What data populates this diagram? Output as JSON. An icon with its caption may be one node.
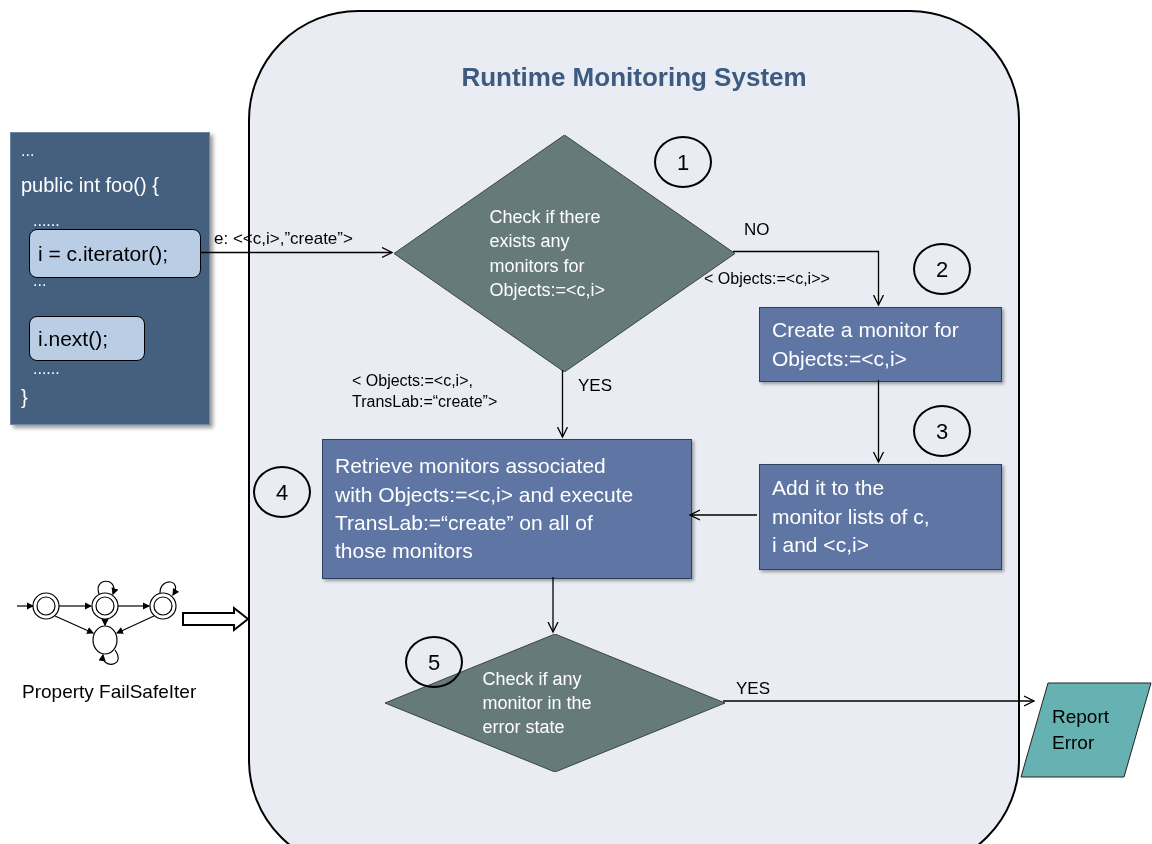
{
  "diagram": {
    "nodes": [
      {
        "text": [
          "Runtime Monitoring System"
        ]
      },
      {
        "text": [
          "...",
          "public int foo() {",
          "......",
          "...",
          "......",
          "}"
        ]
      },
      {
        "text": [
          "i = c.iterator();"
        ],
        "in": 1
      },
      {
        "text": [
          "i.next();"
        ],
        "in": 1
      },
      {
        "text": [
          "Check if there exists any monitors for Objects:=<c,i>"
        ],
        "in": 0
      },
      {
        "text": [
          "Create a monitor for Objects:=<c,i>"
        ],
        "in": 0
      },
      {
        "text": [
          "Add it to the monitor lists of c, i and <c,i>"
        ],
        "in": 0
      },
      {
        "text": [
          "Retrieve monitors  associated with Objects:=<c,i> and execute TransLab:=“create” on all of those monitors"
        ],
        "in": 0
      },
      {
        "text": [
          "Check if any monitor in the error state"
        ],
        "in": 0
      },
      {
        "text": [
          "Report Error"
        ]
      },
      {
        "text": [],
        "shape": "picture",
        "beside": [
          "Property FailSafeIter"
        ]
      },
      {
        "text": [
          "1"
        ],
        "in": 0
      },
      {
        "text": [
          "2"
        ],
        "in": 0
      },
      {
        "text": [
          "3"
        ],
        "in": 0
      },
      {
        "text": [
          "4"
        ],
        "in": 0
      },
      {
        "text": [
          "5"
        ],
        "in": 0
      }
    ],
    "edges": [
      {
        "from": 2,
        "to": 4,
        "arrow": "to",
        "label": "e: <<c,i>,”create”>"
      },
      {
        "from": 4,
        "to": 5,
        "arrow": "to",
        "label": "NO"
      },
      {
        "from": 4,
        "to": 7,
        "arrow": "to",
        "label": "YES"
      },
      {
        "from": 5,
        "to": 6,
        "arrow": "to"
      },
      {
        "from": 6,
        "to": 7,
        "arrow": "to"
      },
      {
        "from": 7,
        "to": 8,
        "arrow": "to"
      },
      {
        "from": 8,
        "to": 9,
        "arrow": "to",
        "label": "YES"
      },
      {
        "from": 10,
        "to": 0,
        "arrow": "to",
        "style": "thick"
      }
    ],
    "labels": [
      "< Objects:=<c,i>>",
      "< Objects:=<c,i>, TransLab:=“create”>"
    ]
  }
}
